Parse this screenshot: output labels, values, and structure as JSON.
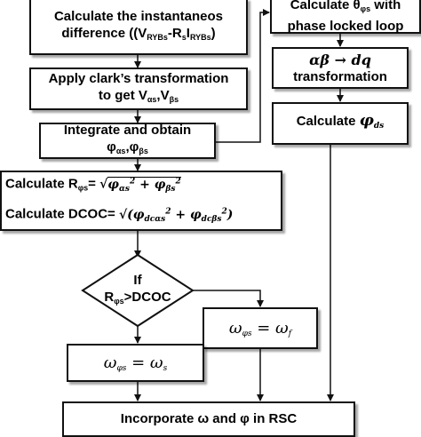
{
  "box1": {
    "line1": "Calculate the instantaneos",
    "line2_prefix": "difference ((V",
    "line2_sub1": "RYBs",
    "line2_mid": "-R",
    "line2_sub2": "s",
    "line2_i": "I",
    "line2_sub3": "RYBs",
    "line2_suffix": ")"
  },
  "box2": {
    "line1": "Apply clark’s transformation",
    "line2_prefix": "to get V",
    "line2_sub1": "αs",
    "line2_comma": ",V",
    "line2_sub2": "βs"
  },
  "box3": {
    "line1": "Integrate and obtain",
    "line2_phi1": "φ",
    "line2_sub1": "αs",
    "line2_comma": ",φ",
    "line2_sub2": "βs"
  },
  "box4": {
    "line1_label": "Calculate R",
    "line1_sub": "φs",
    "line1_eq": "=",
    "line1_formula": "√(φ αs ² + φ βs ²)",
    "line2_label": "Calculate DCOC",
    "line2_eq": "=",
    "line2_formula": "√(φ dcαs ² + φ dcβs ²)"
  },
  "decision": {
    "line1": "If",
    "line2_prefix": "R",
    "line2_sub": "φs",
    "line2_suffix": ">DCOC"
  },
  "box_wf": {
    "lhs": "ω",
    "lhs_sub": "φs",
    "eq": " = ",
    "rhs": "ω",
    "rhs_sub": "f"
  },
  "box_ws": {
    "lhs": "ω",
    "lhs_sub": "φs",
    "eq": " = ",
    "rhs": "ω",
    "rhs_sub": "s"
  },
  "box_bottom": {
    "text": "Incorporate ω",
    "text2": " and φ",
    "text3": " in RSC"
  },
  "box_pll": {
    "line1_prefix": "Calculate θ",
    "line1_sub": "φs",
    "line1_suffix": " with",
    "line2": "phase locked loop"
  },
  "box_dq": {
    "line1": "αβ → dq",
    "line2": "transformation"
  },
  "box_phids": {
    "label": "Calculate ",
    "phi": "φ",
    "sub": "ds"
  }
}
